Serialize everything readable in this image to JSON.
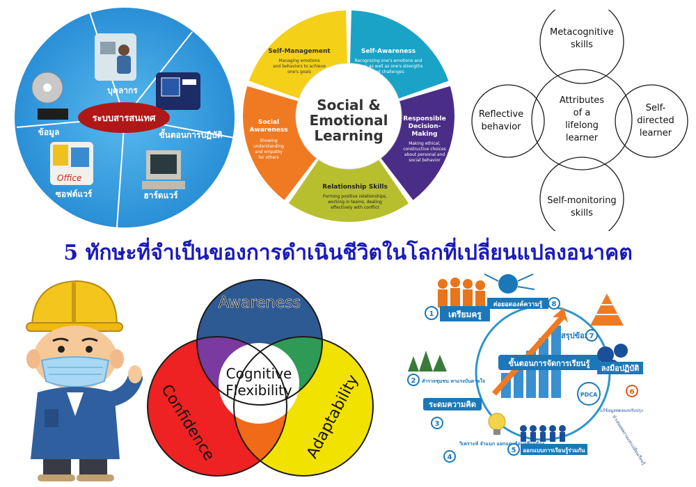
{
  "headline": "5 ทักษะที่จำเป็นของการดำเนินชีวิตในโลกที่เปลี่ยนแปลงอนาคต",
  "info_system": {
    "center": "ระบบสารสนเทศ",
    "segments": [
      "บุคลากร",
      "ขั้นตอนการปฏิบัติ",
      "ฮาร์ดแวร์",
      "ซอฟต์แวร์",
      "ข้อมูล"
    ],
    "photo_text": "Office"
  },
  "sel": {
    "center": [
      "Social &",
      "Emotional",
      "Learning"
    ],
    "segments": [
      {
        "title": "Self-Awareness",
        "desc": [
          "Recognizing one's emotions and",
          "values as well as one's strengths",
          "and challenges"
        ],
        "color": "#1aa3c7"
      },
      {
        "title": "Responsible",
        "title2": "Decision-",
        "title3": "Making",
        "desc": [
          "Making ethical,",
          "constructive choices",
          "about personal and",
          "social behavior"
        ],
        "color": "#4a2d86"
      },
      {
        "title": "Relationship Skills",
        "desc": [
          "Forming positive relationships,",
          "working in teams, dealing",
          "effectively with conflict"
        ],
        "color": "#b7bf2e"
      },
      {
        "title": "Social",
        "title2": "Awareness",
        "desc": [
          "Showing",
          "understanding",
          "and empathy",
          "for others"
        ],
        "color": "#f07a22"
      },
      {
        "title": "Self-Management",
        "desc": [
          "Managing emotions",
          "and behaviors to achieve",
          "one's goals"
        ],
        "color": "#f5d018"
      }
    ]
  },
  "lifelong": {
    "center": [
      "Attributes",
      "of a",
      "lifelong",
      "learner"
    ],
    "top": [
      "Metacognitive",
      "skills"
    ],
    "left": [
      "Reflective",
      "behavior"
    ],
    "right": [
      "Self-",
      "directed",
      "learner"
    ],
    "bottom": [
      "Self-monitoring",
      "skills"
    ]
  },
  "cognitive": {
    "top": "Awareness",
    "left": "Confidence",
    "right": "Adaptability",
    "center": [
      "Cognitive",
      "Flexibility"
    ],
    "colors": {
      "top": "#2e5a94",
      "left": "#ee2222",
      "right": "#f2e200",
      "tl": "#7a3aa0",
      "tr": "#2e9a55",
      "lr": "#f06a18"
    }
  },
  "learning_process": {
    "center": "ขั้นตอนการจัดการเรียนรู้",
    "steps": [
      {
        "num": "1",
        "label": "เตรียมครู"
      },
      {
        "num": "2",
        "label": "สำรวจชุมชน หาแรงบันดาลใจ"
      },
      {
        "num": "3",
        "label": "ระดมความคิด"
      },
      {
        "num": "4",
        "label": "วิเคราะห์ จำแนก แยกแยะข้อมูลที่ถูกต้อง"
      },
      {
        "num": "5",
        "label": "ออกแบบการเรียนรู้ร่วมกัน"
      },
      {
        "num": "6",
        "label": "ลงมือปฏิบัติ"
      },
      {
        "num": "7",
        "label": "สรุปข้อมูล"
      },
      {
        "num": "8",
        "label": "ต่อยอดองค์ความรู้"
      }
    ],
    "pdca": "PDCA",
    "side_notes": [
      "แก้ข้อมูลทดลองปรับปรุง",
      "นำเสนอผลงานแลกเปลี่ยนเรียนรู้"
    ]
  }
}
